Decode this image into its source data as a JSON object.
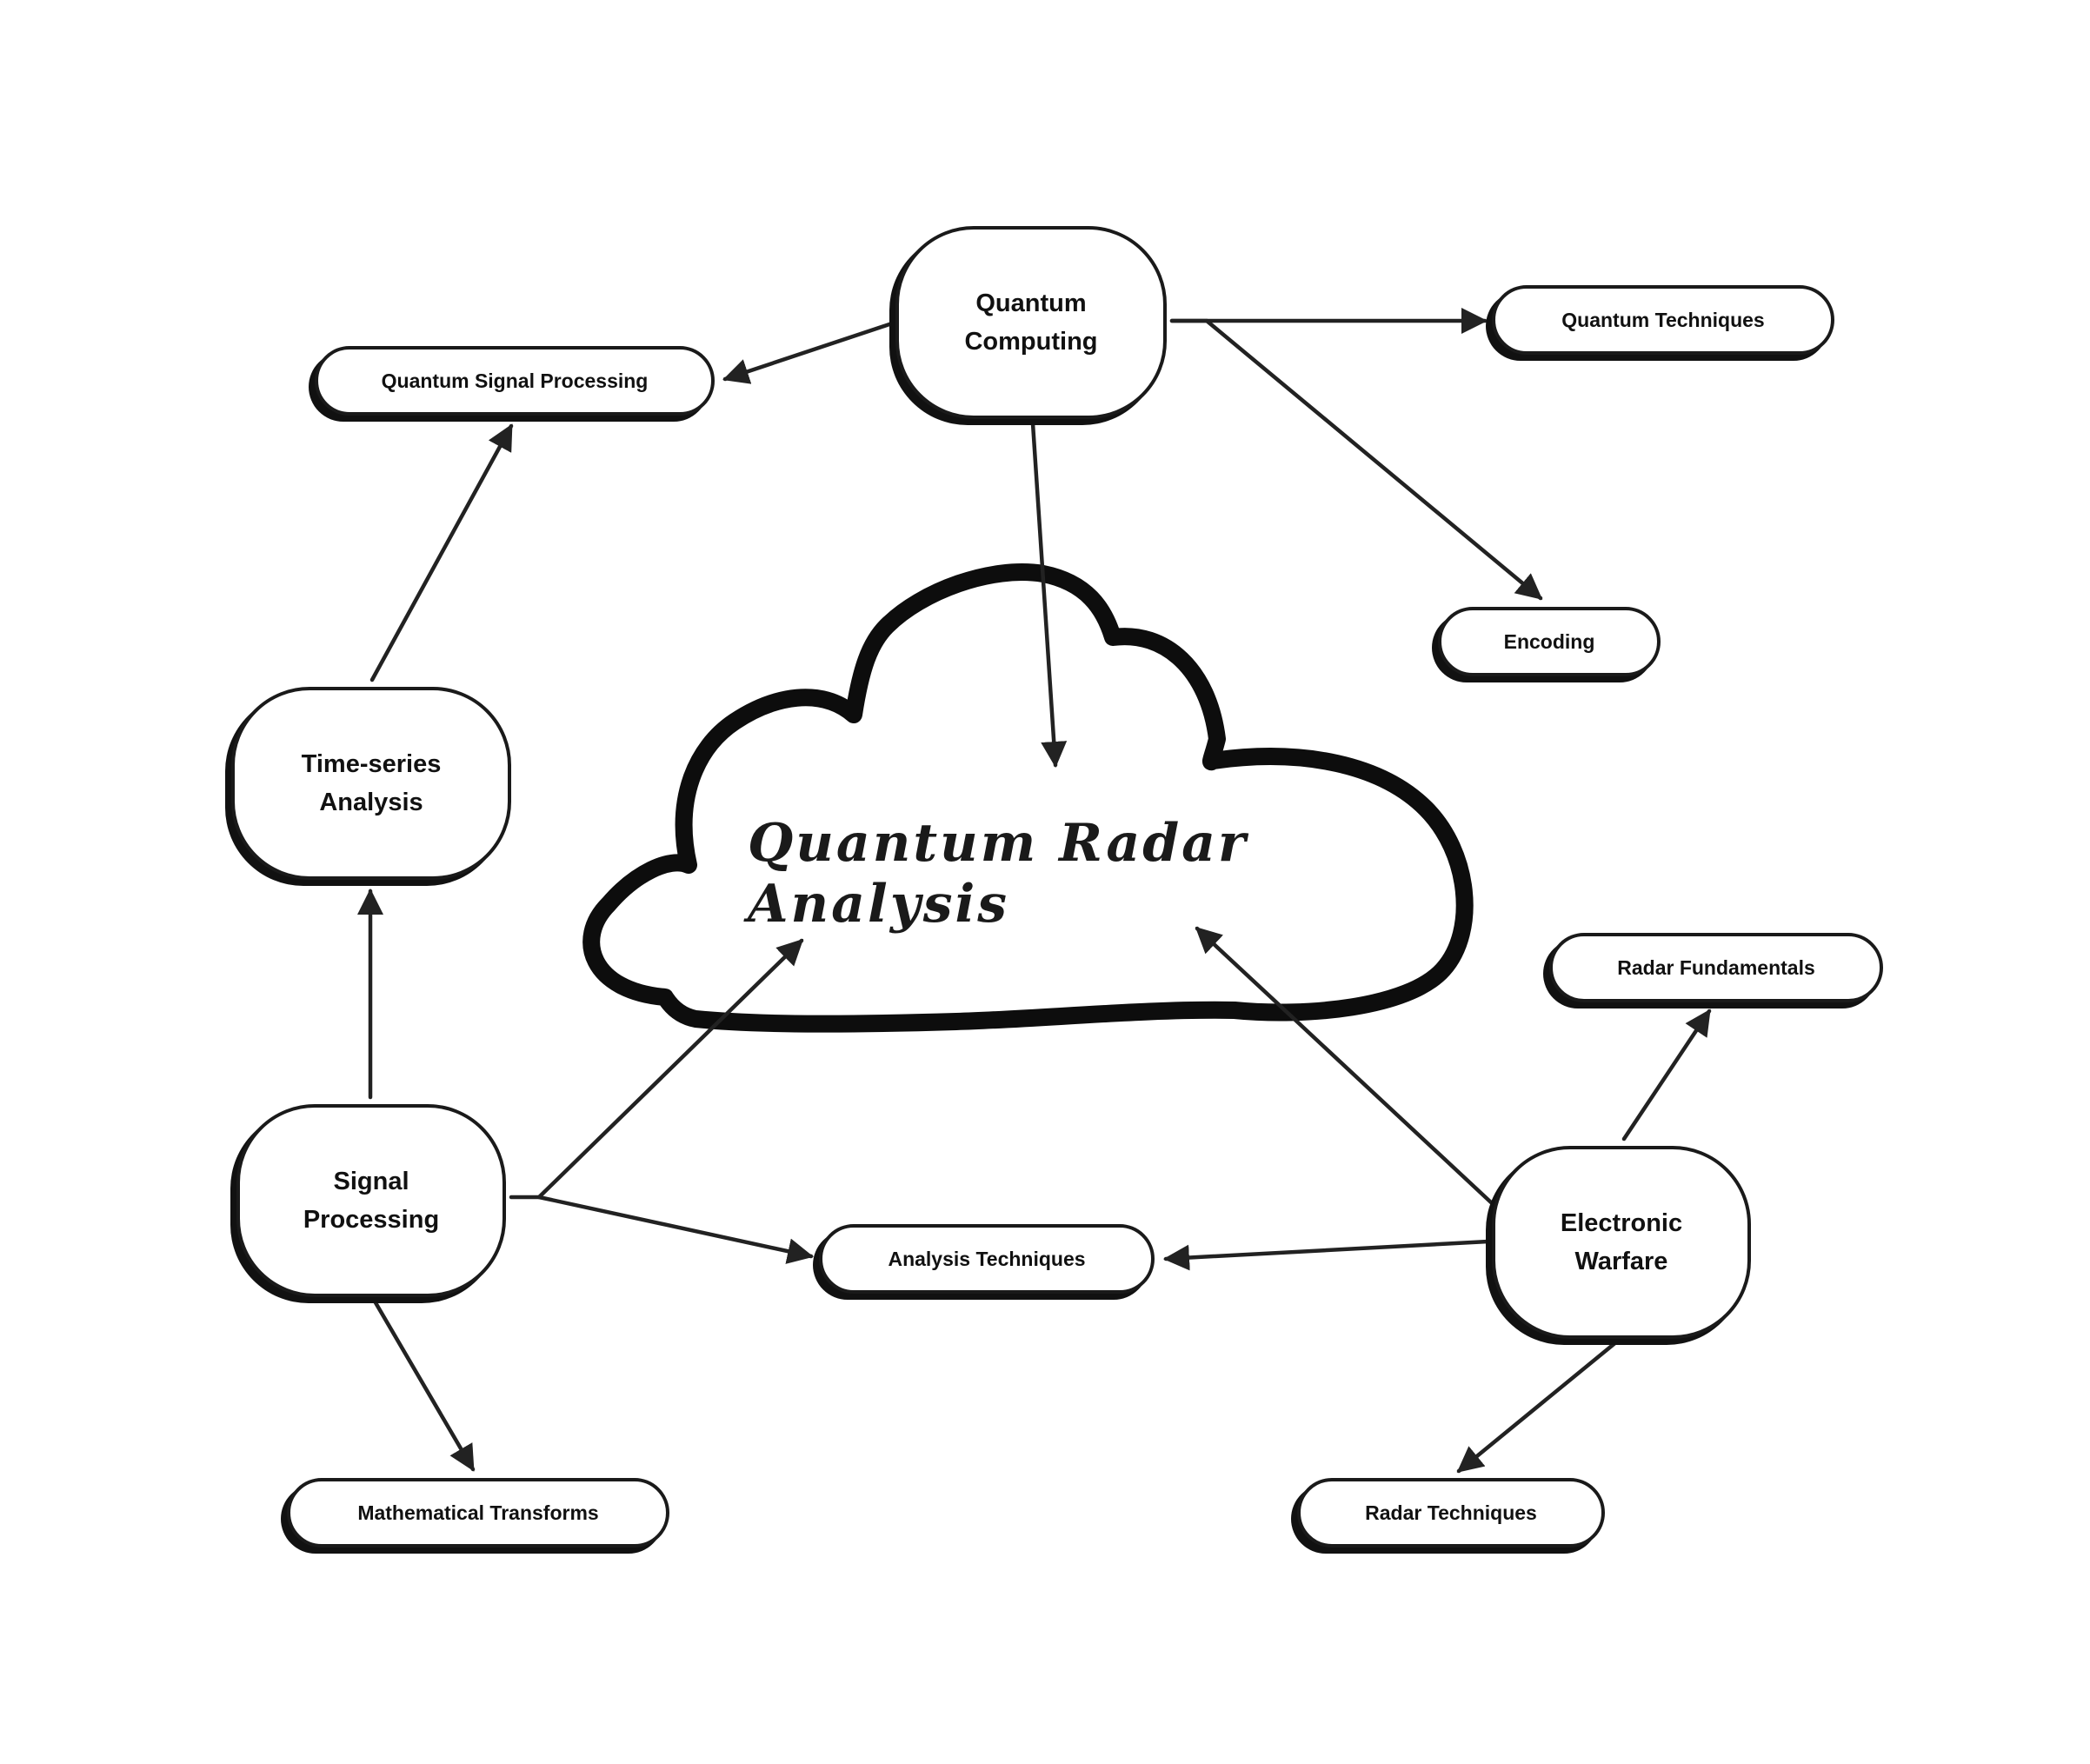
{
  "diagram": {
    "center": {
      "label": "Quantum Radar Analysis"
    },
    "nodes": {
      "quantum_computing": {
        "line1": "Quantum",
        "line2": "Computing"
      },
      "time_series": {
        "line1": "Time-series",
        "line2": "Analysis"
      },
      "signal_processing": {
        "line1": "Signal",
        "line2": "Processing"
      },
      "electronic_warfare": {
        "line1": "Electronic",
        "line2": "Warfare"
      },
      "quantum_signal_processing": {
        "label": "Quantum Signal Processing"
      },
      "quantum_techniques": {
        "label": "Quantum Techniques"
      },
      "encoding": {
        "label": "Encoding"
      },
      "radar_fundamentals": {
        "label": "Radar Fundamentals"
      },
      "analysis_techniques": {
        "label": "Analysis Techniques"
      },
      "mathematical_transforms": {
        "label": "Mathematical Transforms"
      },
      "radar_techniques": {
        "label": "Radar Techniques"
      }
    },
    "edges": [
      {
        "from": "quantum_computing",
        "to": "quantum_signal_processing"
      },
      {
        "from": "quantum_computing",
        "to": "quantum_techniques"
      },
      {
        "from": "quantum_computing",
        "to": "encoding"
      },
      {
        "from": "quantum_computing",
        "to": "center"
      },
      {
        "from": "time_series",
        "to": "quantum_signal_processing"
      },
      {
        "from": "signal_processing",
        "to": "time_series"
      },
      {
        "from": "signal_processing",
        "to": "center"
      },
      {
        "from": "signal_processing",
        "to": "analysis_techniques"
      },
      {
        "from": "signal_processing",
        "to": "mathematical_transforms"
      },
      {
        "from": "electronic_warfare",
        "to": "center"
      },
      {
        "from": "electronic_warfare",
        "to": "analysis_techniques"
      },
      {
        "from": "electronic_warfare",
        "to": "radar_fundamentals"
      },
      {
        "from": "electronic_warfare",
        "to": "radar_techniques"
      }
    ]
  }
}
